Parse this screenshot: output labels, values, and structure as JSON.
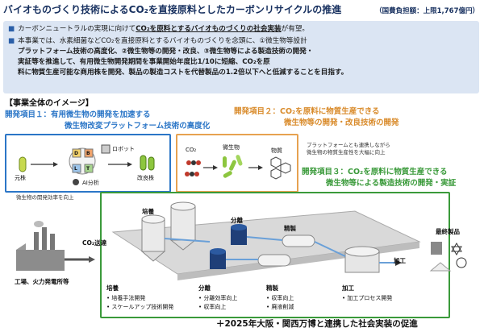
{
  "title": {
    "main": "バイオものづくり技術によるCO₂を直接原料としたカーボンリサイクルの推進",
    "budget": "（国費負担額：上限1,767億円）"
  },
  "summary": {
    "line1_pre": "カーボンニュートラルの実現に向けて",
    "line1_hl": "CO₂を原料とするバイオものづくりの社会実装",
    "line1_post": "が有望。",
    "line2": "本事業では、水素細菌などCO₂を直接原料とするバイオものづくりを念頭に、①微生物等設計",
    "line3": "プラットフォーム技術の高度化、②微生物等の開発・改良、③微生物等による製造技術の開発・",
    "line4": "実証等を推進して、有用微生物開発期間を事業開始年度比1/10に短縮、CO₂を原",
    "line5": "料に物質生産可能な商用株を開発、製品の製造コストを代替製品の1.2倍以下へと低減することを目指す。"
  },
  "section_title": "【事業全体のイメージ】",
  "dev1": {
    "line1": "開発項目１：有用微生物の開発を加速する",
    "line2": "微生物改変プラットフォーム技術の高度化"
  },
  "dev2": {
    "line1": "開発項目２：CO₂を原料に物質生産できる",
    "line2": "微生物等の開発・改良技術の開発"
  },
  "dev3": {
    "line1": "開発項目３：CO₂を原料に物質生産できる",
    "line2": "微生物等による製造技術の開発・実証"
  },
  "platform_note": {
    "line1": "プラットフォームとも連携しながら",
    "line2": "微生物の物質生産性を大幅に向上"
  },
  "box1": {
    "dbtl": [
      "D",
      "B",
      "L",
      "T"
    ],
    "robot": "ロボット",
    "ai": "AI分析",
    "original": "元株",
    "improved": "改良株"
  },
  "box2": {
    "co2": "CO₂",
    "microbe": "微生物",
    "substance": "物質"
  },
  "efficiency_note": "微生物の開発効率を向上",
  "plant": {
    "co2_supply": "CO₂送達",
    "factory": "工場、火力発電所等",
    "culture": "培養",
    "separation": "分離",
    "purification": "精製",
    "processing": "加工",
    "final": "最終製品"
  },
  "table": {
    "culture": {
      "title": "培養",
      "items": [
        "培養手法開発",
        "スケールアップ技術開発"
      ]
    },
    "separation": {
      "title": "分離",
      "items": [
        "分離効率向上",
        "収率向上"
      ]
    },
    "purification": {
      "title": "精製",
      "items": [
        "収率向上",
        "廃液削減"
      ]
    },
    "processing": {
      "title": "加工",
      "items": [
        "加工プロセス開発"
      ]
    }
  },
  "bottom": "＋2025年大阪・関西万博と連携した社会実装の促進",
  "colors": {
    "blue": "#2b76c7",
    "orange": "#d98b2b",
    "green": "#3a9a3a",
    "summary_bg": "#dbe5f3",
    "title": "#17305f"
  }
}
